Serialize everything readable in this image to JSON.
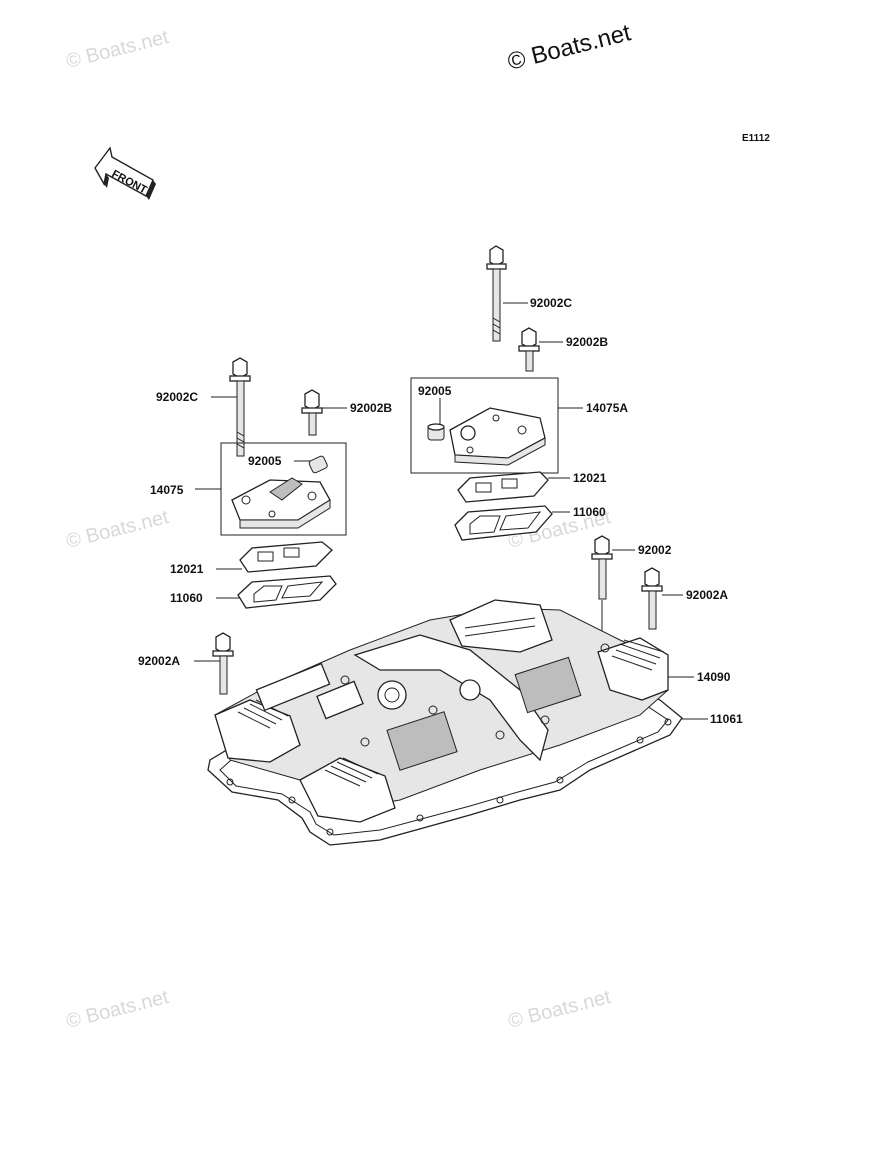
{
  "watermarks": [
    {
      "text": "© Boats.net",
      "style": "main"
    },
    {
      "text": "© Boats.net",
      "style": "faint"
    },
    {
      "text": "© Boats.net",
      "style": "faint"
    },
    {
      "text": "© Boats.net",
      "style": "faint"
    },
    {
      "text": "© Boats.net",
      "style": "faint"
    },
    {
      "text": "© Boats.net",
      "style": "faint"
    }
  ],
  "diagram_code": "E1112",
  "front_label": "FRONT",
  "callouts": {
    "bolt_long_right": "92002C",
    "bolt_short_right": "92002B",
    "bolt_long_left": "92002C",
    "bolt_short_left": "92002B",
    "plug_right": "92005",
    "cover_right": "14075A",
    "plug_left": "92005",
    "cover_left": "14075",
    "gasket_upper_right": "12021",
    "gasket_lower_right": "11060",
    "gasket_upper_left": "12021",
    "gasket_lower_left": "11060",
    "bolt_center": "92002",
    "bolt_a_right": "92002A",
    "bolt_a_left": "92002A",
    "head_cover": "14090",
    "head_gasket": "11061"
  }
}
